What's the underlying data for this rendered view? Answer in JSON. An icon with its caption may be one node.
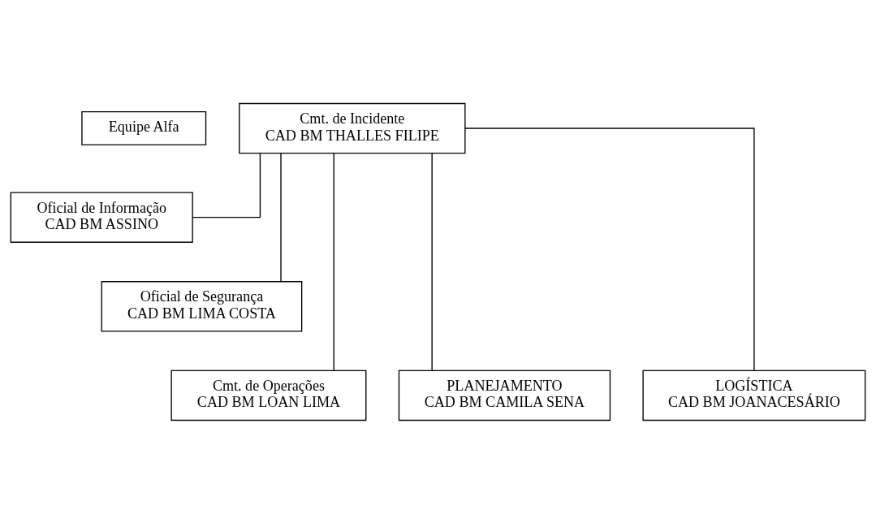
{
  "diagram": {
    "nodes": [
      {
        "text": [
          "Equipe Alfa"
        ]
      },
      {
        "text": [
          "Cmt. de Incidente",
          "CAD BM THALLES FILIPE"
        ]
      },
      {
        "text": [
          "Oficial de Informação",
          "CAD BM ASSINO"
        ]
      },
      {
        "text": [
          "Oficial de Segurança",
          "CAD BM LIMA COSTA"
        ]
      },
      {
        "text": [
          "Cmt. de Operações",
          "CAD BM LOAN LIMA"
        ]
      },
      {
        "text": [
          "PLANEJAMENTO",
          "CAD BM CAMILA SENA"
        ]
      },
      {
        "text": [
          "LOGÍSTICA",
          "CAD BM JOANACESÁRIO"
        ]
      }
    ],
    "edges": [
      {
        "from": 1,
        "to": 2,
        "arrow": "none"
      },
      {
        "from": 1,
        "to": 3,
        "arrow": "none"
      },
      {
        "from": 1,
        "to": 4,
        "arrow": "none"
      },
      {
        "from": 1,
        "to": 5,
        "arrow": "none"
      },
      {
        "from": 1,
        "to": 6,
        "arrow": "none"
      }
    ]
  }
}
